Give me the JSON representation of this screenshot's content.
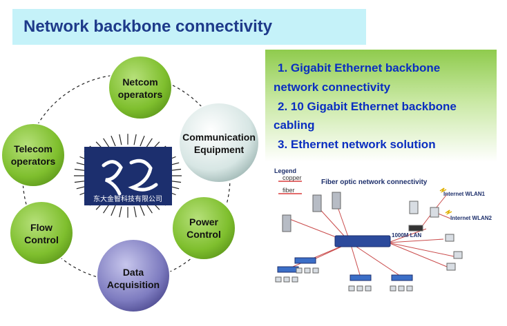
{
  "title": "Network backbone connectivity",
  "nodes": {
    "netcom": "Netcom\noperators",
    "communication": "Communication\nEquipment",
    "telecom": "Telecom\noperators",
    "power": "Power\nControl",
    "flow": "Flow\nControl",
    "data": "Data\nAcquisition"
  },
  "logo_company": "东大金智科技有限公司",
  "features": [
    "1. Gigabit Ethernet backbone",
    "network connectivity",
    "2. 10 Gigabit Ethernet backbone",
    "cabling",
    "3. Ethernet network solution"
  ],
  "fiber_diagram": {
    "title": "Fiber optic network connectivity",
    "legend_title": "Legend",
    "legend_copper": "copper",
    "legend_fiber": "fiber",
    "lan_label": "1000M LAN",
    "wlan1": "Internet WLAN1",
    "wlan2": "Internet WLAN2"
  },
  "colors": {
    "green_circle": "#86c13a",
    "light_circle": "#d8e8e7",
    "purple_circle": "#7b79bb",
    "logo_bg": "#1c2f6e",
    "title_bg": "#c5f2f9",
    "title_text": "#1e3a8a"
  }
}
